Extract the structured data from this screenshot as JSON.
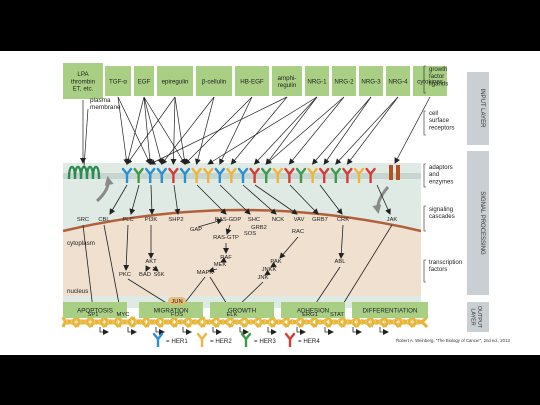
{
  "ligands": [
    "LPA\nthrombin\nET, etc.",
    "TGF-α",
    "EGF",
    "epiregulin",
    "β-cellulin",
    "HB-EGF",
    "amphi-\nregulin",
    "NRG-1",
    "NRG-2",
    "NRG-3",
    "NRG-4",
    "cytokines"
  ],
  "labels": {
    "plasma_membrane": "plasma\nmembrane",
    "cytoplasm": "cytoplasm",
    "nucleus": "nucleus",
    "citation": "Robert A. Weinberg, “The Biology of Cancer”, 2nd ed., 2013"
  },
  "right_labels": [
    "growth\nfactor\nligands",
    "cell\nsurface\nreceptors",
    "adaptors\nand\nenzymes",
    "signaling\ncascades",
    "transcription\nfactors"
  ],
  "layers": [
    "INPUT LAYER",
    "SIGNAL PROCESSING",
    "OUTPUT\nLAYER"
  ],
  "adaptors": [
    "SRC",
    "CBL",
    "PLC",
    "PI3K",
    "SHP2",
    "RAS-GDP",
    "SHC",
    "NCK",
    "VAV",
    "GRB7",
    "CRK",
    "JAK",
    "GAP",
    "GRB2",
    "SOS",
    "RAS-GTP",
    "RAC"
  ],
  "cascade": [
    "RAF",
    "MEK",
    "MAPK",
    "AKT",
    "PKC",
    "BAD",
    "S6K",
    "PAK",
    "JNKK",
    "JNK",
    "ABL"
  ],
  "tfs": [
    "SP1",
    "MYC",
    "FOS",
    "JUN",
    "ELK",
    "ERG1",
    "STAT"
  ],
  "outputs": [
    "APOPTOSIS",
    "MIGRATION",
    "GROWTH",
    "ADHESION",
    "DIFFERENTIATION"
  ],
  "legend": [
    "= HER1",
    "= HER2",
    "= HER3",
    "= HER4"
  ],
  "colors": {
    "her1": "#2c8fd0",
    "her2": "#f0b43c",
    "her3": "#3d9a4a",
    "her4": "#d63b35",
    "box": "#a8cf84",
    "cytoplasm": "#dfeae5",
    "nucleus": "#efe0cf",
    "gpcr": "#2e8a4e"
  }
}
